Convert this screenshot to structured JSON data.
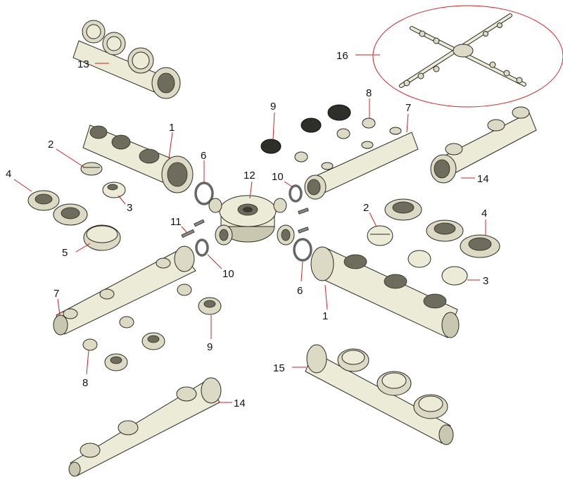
{
  "diagram": {
    "callouts": [
      {
        "id": "c13",
        "text": "13"
      },
      {
        "id": "c16",
        "text": "16"
      },
      {
        "id": "c1a",
        "text": "1"
      },
      {
        "id": "c9a",
        "text": "9"
      },
      {
        "id": "c8a",
        "text": "8"
      },
      {
        "id": "c7a",
        "text": "7"
      },
      {
        "id": "c2a",
        "text": "2"
      },
      {
        "id": "c6a",
        "text": "6"
      },
      {
        "id": "c12",
        "text": "12"
      },
      {
        "id": "c10a",
        "text": "10"
      },
      {
        "id": "c14a",
        "text": "14"
      },
      {
        "id": "c4a",
        "text": "4"
      },
      {
        "id": "c3a",
        "text": "3"
      },
      {
        "id": "c11",
        "text": "11"
      },
      {
        "id": "c2b",
        "text": "2"
      },
      {
        "id": "c4b",
        "text": "4"
      },
      {
        "id": "c5",
        "text": "5"
      },
      {
        "id": "c10b",
        "text": "10"
      },
      {
        "id": "c3b",
        "text": "3"
      },
      {
        "id": "c7b",
        "text": "7"
      },
      {
        "id": "c6b",
        "text": "6"
      },
      {
        "id": "c1b",
        "text": "1"
      },
      {
        "id": "c9b",
        "text": "9"
      },
      {
        "id": "c8b",
        "text": "8"
      },
      {
        "id": "c15",
        "text": "15"
      },
      {
        "id": "c14b",
        "text": "14"
      }
    ],
    "colors": {
      "part": "#ecebd8",
      "outline": "#2a2a22",
      "leader": "#d02020",
      "detail_circle": "#d02020"
    }
  }
}
